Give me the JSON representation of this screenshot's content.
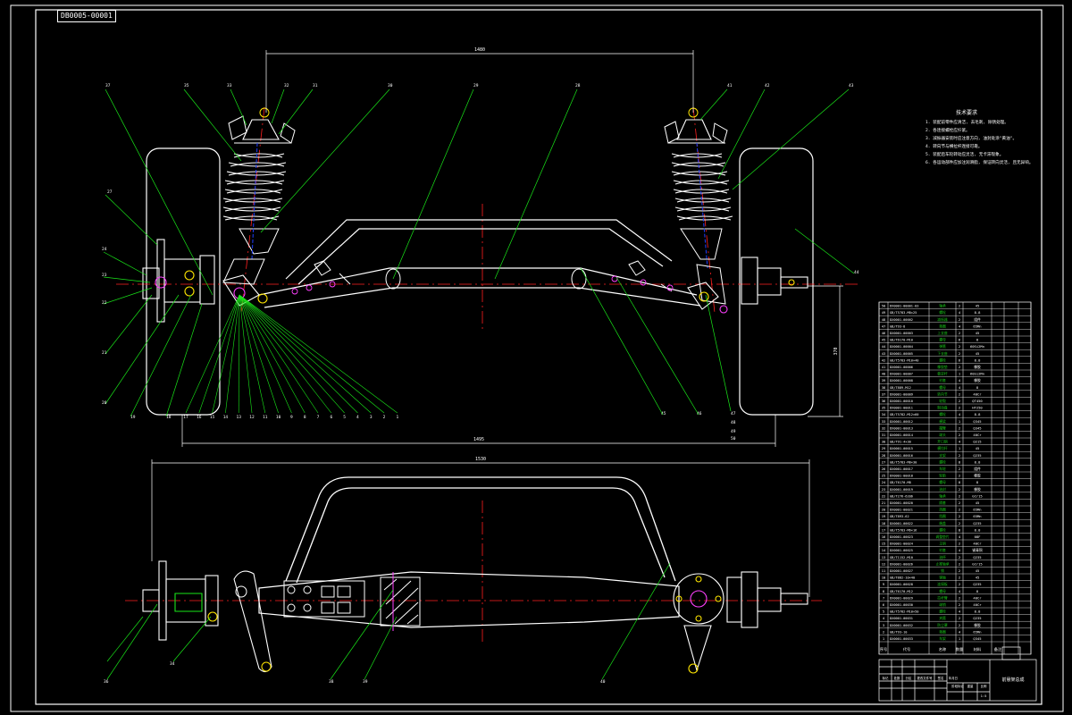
{
  "drawing": {
    "code": "DB0005-00001",
    "title_block_name": "前悬架总成",
    "dims": {
      "top_span": "1480",
      "right_vertical": "370",
      "track_width": "1495",
      "lower_overall": "1530"
    },
    "notes": [
      "1. 装配前零件应清洁, 去毛刺, 除锈处理。",
      "2. 各连接螺栓应拧紧。",
      "3. 减振器安装时应注意方向, 油封处涂\"黄油\"。",
      "4. 转向节与横拉杆连接可靠。",
      "5. 装配后车轮转动应灵活, 无卡滞现象。",
      "6. 各运动部件应加注润滑脂, 保证转向灵活, 且无异响。"
    ],
    "notes_title": "技术要求"
  },
  "balloons": {
    "upper_left": [
      "37",
      "35",
      "33",
      "32",
      "31",
      "30",
      "29",
      "28",
      "27"
    ],
    "upper_right": [
      "41",
      "42",
      "43",
      "44",
      "45",
      "46",
      "47",
      "48",
      "49",
      "50"
    ],
    "left_side": [
      "25",
      "24",
      "23",
      "22",
      "21",
      "20",
      "19",
      "18"
    ],
    "bottom_row": [
      "17",
      "16",
      "15",
      "14",
      "13",
      "12",
      "11",
      "10",
      "9",
      "8",
      "7",
      "6",
      "5",
      "4",
      "3",
      "2",
      "1"
    ],
    "lower_view": [
      "36",
      "34",
      "38",
      "39",
      "40",
      "26"
    ]
  },
  "parts_table": {
    "rows": [
      [
        "50",
        "DX0001-00001-03",
        "轴承",
        "2",
        "45",
        ""
      ],
      [
        "49",
        "GB/T5783-M8×25",
        "螺栓",
        "4",
        "8.8",
        ""
      ],
      [
        "48",
        "DX0001-00002",
        "减振器",
        "2",
        "组件",
        ""
      ],
      [
        "47",
        "GB/T93-8",
        "垫圈",
        "4",
        "65Mn",
        ""
      ],
      [
        "46",
        "DX0001-00003",
        "上支座",
        "2",
        "45",
        ""
      ],
      [
        "45",
        "GB/T6170-M10",
        "螺母",
        "6",
        "8",
        ""
      ],
      [
        "44",
        "DX0001-00004",
        "弹簧",
        "2",
        "60Si2Mn",
        ""
      ],
      [
        "43",
        "DX0001-00005",
        "下支座",
        "2",
        "45",
        ""
      ],
      [
        "42",
        "GB/T5783-M10×40",
        "螺栓",
        "6",
        "8.8",
        ""
      ],
      [
        "41",
        "DX0001-00006",
        "橡胶垫",
        "2",
        "橡胶",
        ""
      ],
      [
        "40",
        "DX0001-00007",
        "稳定杆",
        "1",
        "60Si2Mn",
        ""
      ],
      [
        "39",
        "DX0001-00008",
        "衬套",
        "4",
        "橡胶",
        ""
      ],
      [
        "38",
        "GB/T889-M12",
        "螺母",
        "4",
        "8",
        ""
      ],
      [
        "37",
        "DX0001-00009",
        "转向节",
        "2",
        "40Cr",
        ""
      ],
      [
        "36",
        "DX0001-00010",
        "轮毂",
        "2",
        "QT450",
        ""
      ],
      [
        "35",
        "DX0001-00011",
        "制动盘",
        "2",
        "HT250",
        ""
      ],
      [
        "34",
        "GB/T5782-M12×60",
        "螺栓",
        "4",
        "8.8",
        ""
      ],
      [
        "33",
        "DX0001-00012",
        "横梁",
        "1",
        "Q345",
        ""
      ],
      [
        "32",
        "DX0001-00013",
        "摆臂",
        "2",
        "Q345",
        ""
      ],
      [
        "31",
        "DX0001-00014",
        "球头",
        "2",
        "40Cr",
        ""
      ],
      [
        "30",
        "GB/T91-4×30",
        "开口销",
        "4",
        "Q215",
        ""
      ],
      [
        "29",
        "DX0001-00015",
        "横拉杆",
        "1",
        "45",
        ""
      ],
      [
        "28",
        "DX0001-00016",
        "支架",
        "2",
        "Q235",
        ""
      ],
      [
        "27",
        "GB/T5783-M8×30",
        "螺栓",
        "8",
        "8.8",
        ""
      ],
      [
        "26",
        "DX0001-00017",
        "车轮",
        "2",
        "组件",
        ""
      ],
      [
        "25",
        "DX0001-00018",
        "轮胎",
        "2",
        "橡胶",
        ""
      ],
      [
        "24",
        "GB/T6170-M8",
        "螺母",
        "8",
        "8",
        ""
      ],
      [
        "23",
        "DX0001-00019",
        "油封",
        "2",
        "橡胶",
        ""
      ],
      [
        "22",
        "GB/T276-6206",
        "轴承",
        "2",
        "GCr15",
        ""
      ],
      [
        "21",
        "DX0001-00020",
        "隔套",
        "2",
        "45",
        ""
      ],
      [
        "20",
        "DX0001-00021",
        "挡圈",
        "2",
        "65Mn",
        ""
      ],
      [
        "19",
        "GB/T893-62",
        "挡圈",
        "2",
        "65Mn",
        ""
      ],
      [
        "18",
        "DX0001-00022",
        "端盖",
        "2",
        "Q235",
        ""
      ],
      [
        "17",
        "GB/T5783-M6×16",
        "螺栓",
        "8",
        "8.8",
        ""
      ],
      [
        "16",
        "DX0001-00023",
        "调整垫片",
        "4",
        "08F",
        ""
      ],
      [
        "15",
        "DX0001-00024",
        "主销",
        "2",
        "40Cr",
        ""
      ],
      [
        "14",
        "DX0001-00025",
        "衬套",
        "4",
        "锡青铜",
        ""
      ],
      [
        "13",
        "GB/T1152-M10",
        "油杯",
        "2",
        "Q235",
        ""
      ],
      [
        "12",
        "DX0001-00026",
        "止推轴承",
        "2",
        "GCr15",
        ""
      ],
      [
        "11",
        "DX0001-00027",
        "销",
        "2",
        "45",
        ""
      ],
      [
        "10",
        "GB/T882-10×40",
        "销轴",
        "2",
        "45",
        ""
      ],
      [
        "9",
        "DX0001-00028",
        "连接板",
        "2",
        "Q235",
        ""
      ],
      [
        "8",
        "GB/T6170-M12",
        "螺母",
        "4",
        "8",
        ""
      ],
      [
        "7",
        "DX0001-00029",
        "拉杆臂",
        "2",
        "40Cr",
        ""
      ],
      [
        "6",
        "DX0001-00030",
        "球销",
        "2",
        "40Cr",
        ""
      ],
      [
        "5",
        "GB/T5782-M10×50",
        "螺栓",
        "4",
        "8.8",
        ""
      ],
      [
        "4",
        "DX0001-00031",
        "夹箍",
        "2",
        "Q235",
        ""
      ],
      [
        "3",
        "DX0001-00032",
        "防尘罩",
        "2",
        "橡胶",
        ""
      ],
      [
        "2",
        "GB/T93-10",
        "垫圈",
        "4",
        "65Mn",
        ""
      ],
      [
        "1",
        "DX0001-00033",
        "车架",
        "1",
        "Q345",
        ""
      ]
    ],
    "header": [
      "序号",
      "代号",
      "名称",
      "数量",
      "材料",
      "备注"
    ]
  },
  "title_block": {
    "cells": [
      "标记",
      "处数",
      "分区",
      "更改文件号",
      "签名",
      "年月日"
    ],
    "stage": "阶段标记",
    "weight": "重量",
    "scale": "比例",
    "scale_value": "1:5"
  },
  "colors": {
    "outline": "#ffffff",
    "centerline": "#ff2020",
    "leader": "#19e619",
    "hidden": "#2040ff",
    "cyan": "#00e5e5",
    "yellow": "#ffe600",
    "magenta": "#ff40ff",
    "table_green": "#19c819"
  }
}
